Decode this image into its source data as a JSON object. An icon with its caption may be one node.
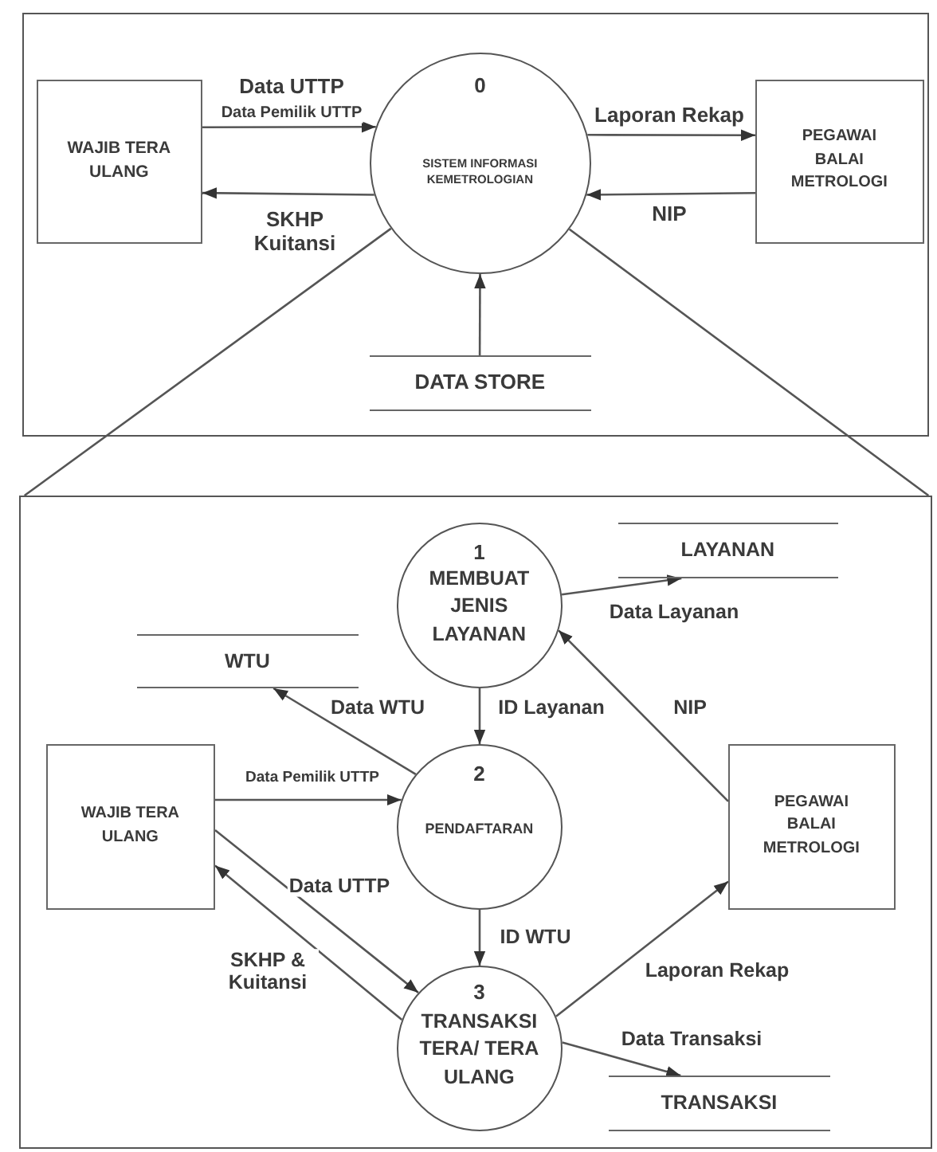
{
  "diagram": {
    "nodes": [
      {
        "text": [],
        "shape": "box"
      },
      {
        "text": [
          "WAJIB TERA ULANG"
        ],
        "in": 0
      },
      {
        "text": [
          "0",
          "SISTEM INFORMASI KEMETROLOGIAN"
        ],
        "in": 0
      },
      {
        "text": [
          "PEGAWAI BALAI METROLOGI"
        ],
        "in": 0
      },
      {
        "text": [
          "DATA STORE"
        ],
        "in": 0
      },
      {
        "text": [],
        "shape": "box"
      },
      {
        "text": [
          "1",
          "MEMBUAT JENIS LAYANAN"
        ],
        "in": 5
      },
      {
        "text": [
          "LAYANAN"
        ],
        "in": 5
      },
      {
        "text": [
          "WTU"
        ],
        "in": 5
      },
      {
        "text": [
          "WAJIB TERA ULANG"
        ],
        "in": 5
      },
      {
        "text": [
          "2",
          "PENDAFTARAN"
        ],
        "in": 5
      },
      {
        "text": [
          "PEGAWAI BALAI METROLOGI"
        ],
        "in": 5
      },
      {
        "text": [
          "3",
          "TRANSAKSI TERA/ TERA ULANG"
        ],
        "in": 5
      },
      {
        "text": [
          "TRANSAKSI"
        ],
        "in": 5
      }
    ],
    "edges": [
      {
        "from": 1,
        "to": 2,
        "arrow": "to",
        "label": "Data UTTP"
      },
      {
        "from": 2,
        "to": 1,
        "arrow": "to",
        "label": "SKHP Kuitansi"
      },
      {
        "from": 2,
        "to": 3,
        "arrow": "to",
        "label": "Laporan Rekap"
      },
      {
        "from": 3,
        "to": 2,
        "arrow": "to",
        "label": "NIP"
      },
      {
        "from": 4,
        "to": 2,
        "arrow": "to"
      },
      {
        "from": 2,
        "to": 5,
        "arrow": "none"
      },
      {
        "from": 2,
        "to": 5,
        "arrow": "none"
      },
      {
        "from": 6,
        "to": 7,
        "arrow": "to",
        "label": "Data Layanan"
      },
      {
        "from": 10,
        "to": 8,
        "arrow": "to",
        "label": "Data WTU"
      },
      {
        "from": 6,
        "to": 10,
        "arrow": "to",
        "label": "ID Layanan"
      },
      {
        "from": 11,
        "to": 6,
        "arrow": "to",
        "label": "NIP"
      },
      {
        "from": 9,
        "to": 10,
        "arrow": "to",
        "label": "Data Pemilik UTTP"
      },
      {
        "from": 9,
        "to": 12,
        "arrow": "to",
        "label": "Data UTTP"
      },
      {
        "from": 12,
        "to": 9,
        "arrow": "to",
        "label": "SKHP & Kuitansi"
      },
      {
        "from": 10,
        "to": 12,
        "arrow": "to",
        "label": "ID WTU"
      },
      {
        "from": 12,
        "to": 11,
        "arrow": "to",
        "label": "Laporan Rekap"
      },
      {
        "from": 12,
        "to": 13,
        "arrow": "to",
        "label": "Data Transaksi"
      }
    ],
    "labels": [
      "Data Pemilik UTTP"
    ]
  }
}
